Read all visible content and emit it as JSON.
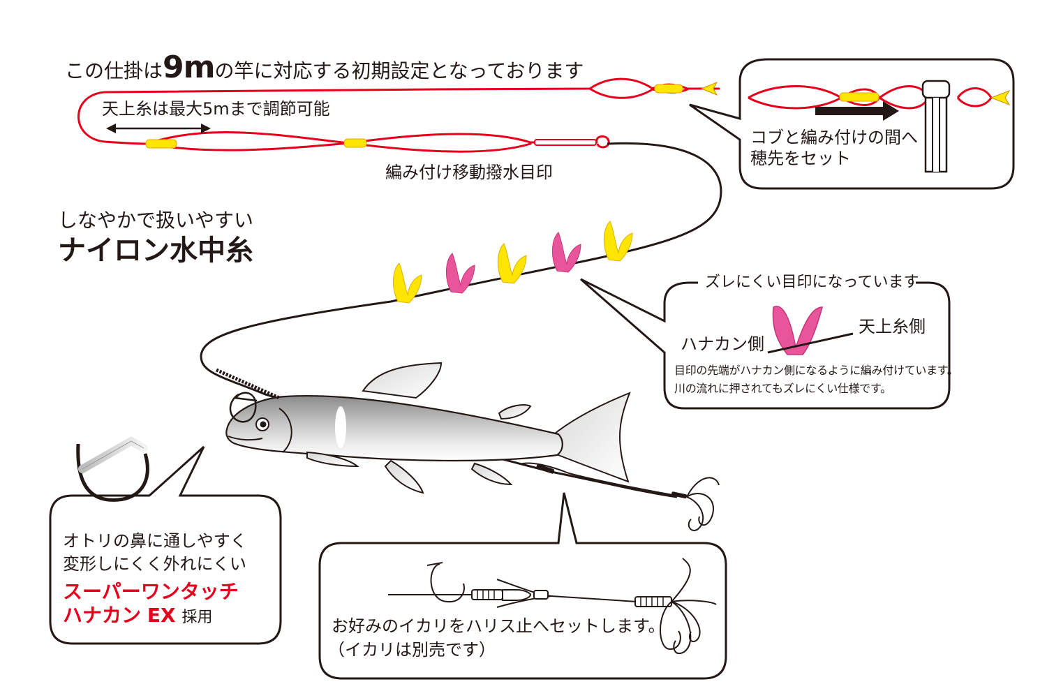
{
  "headline": {
    "prefix": "この仕掛は",
    "rod_length": "9m",
    "suffix": "の竿に対応する初期設定となっております"
  },
  "upper_line": {
    "adjust_note": "天上糸は最大5mまで調節可能",
    "marker_note": "編み付け移動撥水目印"
  },
  "underwater_line": {
    "subtitle": "しなやかで扱いやすい",
    "title": "ナイロン水中糸"
  },
  "callout_tip": {
    "line1": "コブと編み付けの間へ",
    "line2": "穂先をセット"
  },
  "callout_marker": {
    "header": "ズレにくい目印になっています",
    "left_label": "ハナカン側",
    "right_label": "天上糸側",
    "line1": "目印の先端がハナカン側になるように編み付けています。",
    "line2": "川の流れに押されてもズレにくい仕様です。"
  },
  "callout_hanakan": {
    "line1": "オトリの鼻に通しやすく",
    "line2": "変形しにくく外れにくい",
    "product1": "スーパーワンタッチ",
    "product2_main": "ハナカン",
    "product2_ex": "EX",
    "product2_suffix": "採用"
  },
  "callout_hook": {
    "line1": "お好みのイカリをハリス止へセットします。",
    "line2": "（イカリは別売です）"
  },
  "colors": {
    "upper_line": "#e5001c",
    "yellow_marker": "#ffe500",
    "pink_marker": "#e8559a",
    "text": "#231815"
  }
}
